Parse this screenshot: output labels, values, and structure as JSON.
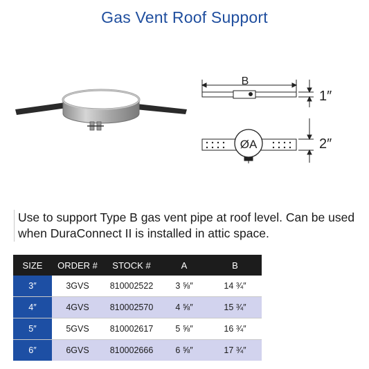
{
  "title": "Gas Vent Roof Support",
  "diagram": {
    "label_b": "B",
    "label_a": "ØA",
    "dim_top": "1″",
    "dim_bottom": "2″"
  },
  "description": "Use to support Type B gas vent pipe at roof level. Can be used when DuraConnect II is installed in attic space.",
  "table": {
    "headers": [
      "SIZE",
      "ORDER #",
      "STOCK #",
      "A",
      "B"
    ],
    "rows": [
      [
        "3″",
        "3GVS",
        "810002522",
        "3 ⅝″",
        "14 ¾″"
      ],
      [
        "4″",
        "4GVS",
        "810002570",
        "4 ⅝″",
        "15 ¾″"
      ],
      [
        "5″",
        "5GVS",
        "810002617",
        "5 ⅝″",
        "16 ¾″"
      ],
      [
        "6″",
        "6GVS",
        "810002666",
        "6 ⅝″",
        "17 ¾″"
      ]
    ]
  },
  "colors": {
    "title": "#1f4e9e",
    "header_bg": "#1c1c1c",
    "size_col_bg": "#1d4fa4",
    "row_shade": "#d2d3ee"
  }
}
